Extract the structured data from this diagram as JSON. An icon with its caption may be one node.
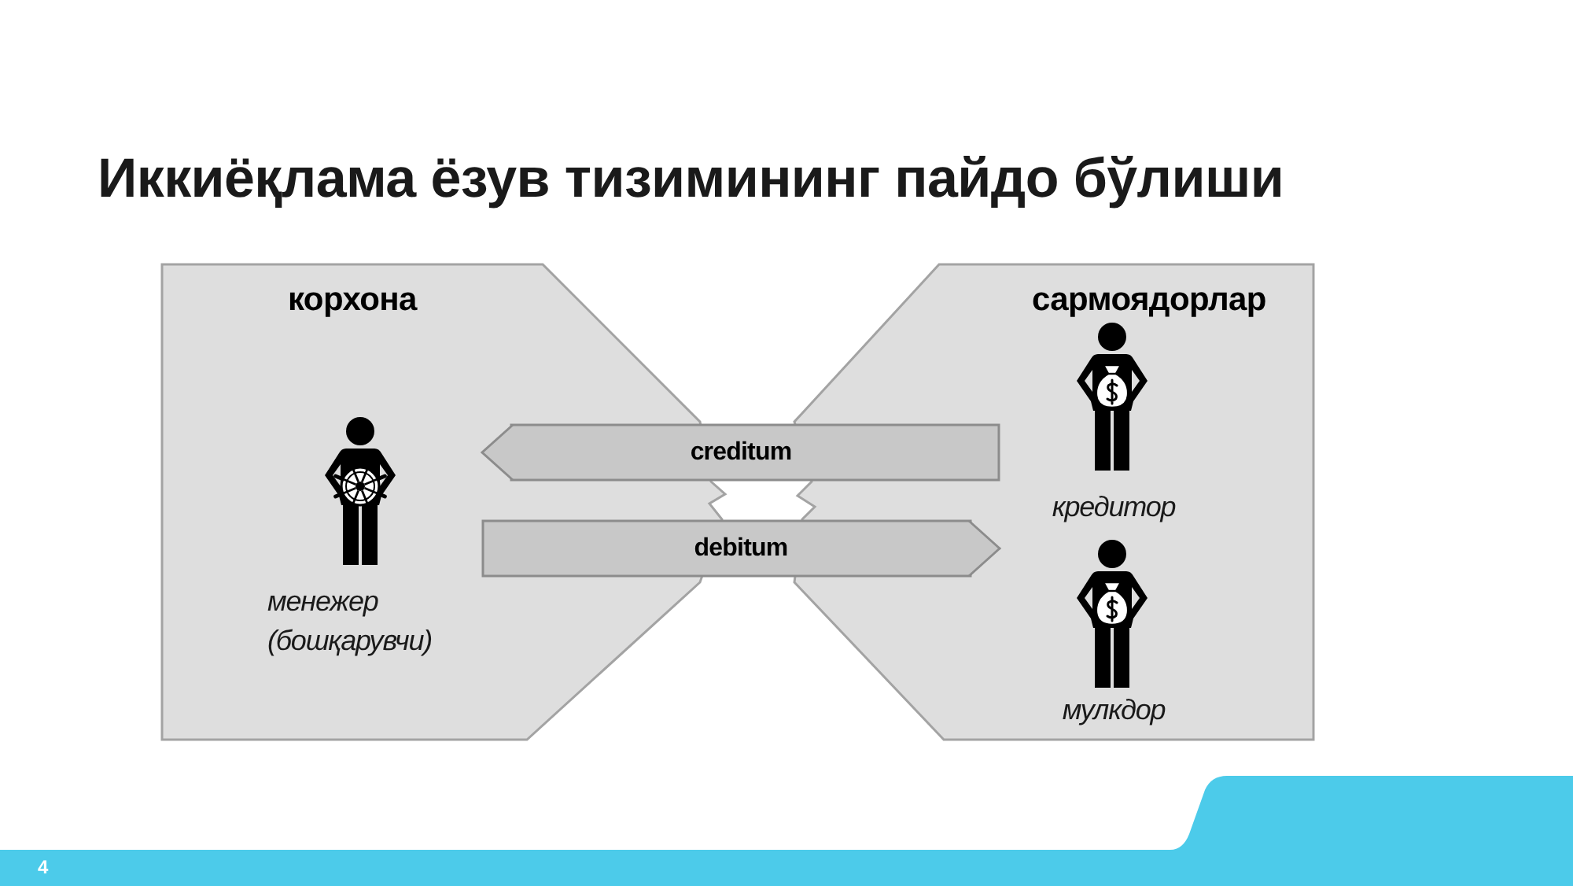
{
  "diagram": {
    "title": "Иккиёқлама ёзув тизимининг пайдо бўлиши",
    "nodes": [
      {
        "text": [
          "корхона"
        ]
      },
      {
        "text": [
          "сармоядорлар"
        ]
      }
    ],
    "edges": [
      {
        "from": 1,
        "to": 0,
        "arrow": "to",
        "label": "creditum"
      },
      {
        "from": 0,
        "to": 1,
        "arrow": "to",
        "label": "debitum"
      }
    ],
    "labels": [
      "менежер (бошқарувчи)",
      "кредитор",
      "мулкдор",
      "4"
    ]
  }
}
